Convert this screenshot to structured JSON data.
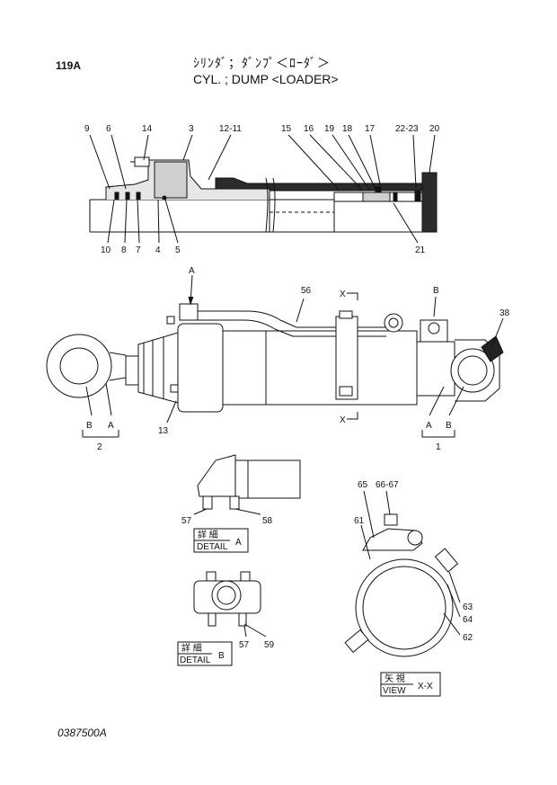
{
  "header": {
    "page_number": "119A",
    "title_jp": "ｼﾘﾝﾀﾞ；ﾀﾞﾝﾌﾟ＜ﾛｰﾀﾞ＞",
    "title_en": "CYL. ; DUMP <LOADER>"
  },
  "footer": {
    "drawing_code": "0387500A"
  },
  "section_labels": {
    "p9": "9",
    "p6": "6",
    "p14": "14",
    "p3": "3",
    "p12_11": "12-11",
    "p15": "15",
    "p16": "16",
    "p19": "19",
    "p18": "18",
    "p17": "17",
    "p22_23": "22-23",
    "p20": "20",
    "p10": "10",
    "p8": "8",
    "p7": "7",
    "p4": "4",
    "p5": "5",
    "p21": "21"
  },
  "main_labels": {
    "a_top": "A",
    "p56": "56",
    "x_top": "X",
    "b_top": "B",
    "p38": "38",
    "b_left": "B",
    "a_left": "A",
    "p2": "2",
    "p13": "13",
    "x_bottom": "X",
    "a_right": "A",
    "b_right": "B",
    "p1": "1"
  },
  "detail_a": {
    "p57": "57",
    "p58": "58",
    "caption_jp": "詳 細",
    "caption_en": "DETAIL",
    "letter": "A"
  },
  "detail_b": {
    "p57": "57",
    "p59": "59",
    "caption_jp": "詳 細",
    "caption_en": "DETAIL",
    "letter": "B"
  },
  "view_xx": {
    "p65": "65",
    "p66_67": "66-67",
    "p61": "61",
    "p63": "63",
    "p64": "64",
    "p62": "62",
    "caption_jp": "矢 視",
    "caption_en": "VIEW",
    "letter": "X-X"
  }
}
